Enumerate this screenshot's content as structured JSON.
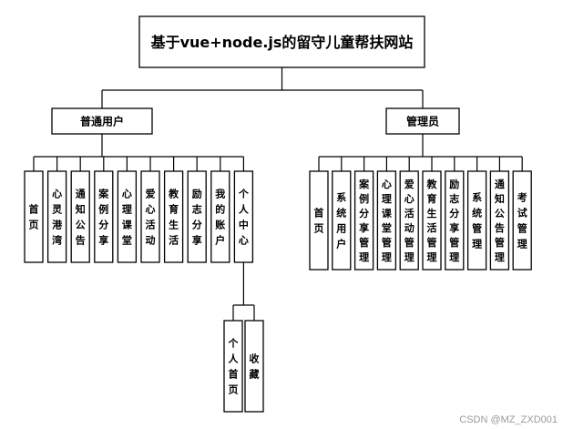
{
  "diagram": {
    "root": {
      "id": "root",
      "label": "基于vue+node.js的留守儿童帮扶网站"
    },
    "branches": [
      {
        "id": "user",
        "label": "普通用户",
        "children": [
          {
            "id": "u1",
            "label": "首页"
          },
          {
            "id": "u2",
            "label": "心灵港湾"
          },
          {
            "id": "u3",
            "label": "通知公告"
          },
          {
            "id": "u4",
            "label": "案例分享"
          },
          {
            "id": "u5",
            "label": "心理课堂"
          },
          {
            "id": "u6",
            "label": "爱心活动"
          },
          {
            "id": "u7",
            "label": "教育生活"
          },
          {
            "id": "u8",
            "label": "励志分享"
          },
          {
            "id": "u9",
            "label": "我的账户"
          },
          {
            "id": "u10",
            "label": "个人中心",
            "children": [
              {
                "id": "u10a",
                "label": "个人首页"
              },
              {
                "id": "u10b",
                "label": "收藏"
              }
            ]
          }
        ]
      },
      {
        "id": "admin",
        "label": "管理员",
        "children": [
          {
            "id": "a1",
            "label": "首页"
          },
          {
            "id": "a2",
            "label": "系统用户"
          },
          {
            "id": "a3",
            "label": "案例分享管理"
          },
          {
            "id": "a4",
            "label": "心理课堂管理"
          },
          {
            "id": "a5",
            "label": "爱心活动管理"
          },
          {
            "id": "a6",
            "label": "教育生活管理"
          },
          {
            "id": "a7",
            "label": "励志分享管理"
          },
          {
            "id": "a8",
            "label": "系统管理"
          },
          {
            "id": "a9",
            "label": "通知公告管理"
          },
          {
            "id": "a10",
            "label": "考试管理"
          }
        ]
      }
    ]
  },
  "watermark": "CSDN @MZ_ZXD001"
}
